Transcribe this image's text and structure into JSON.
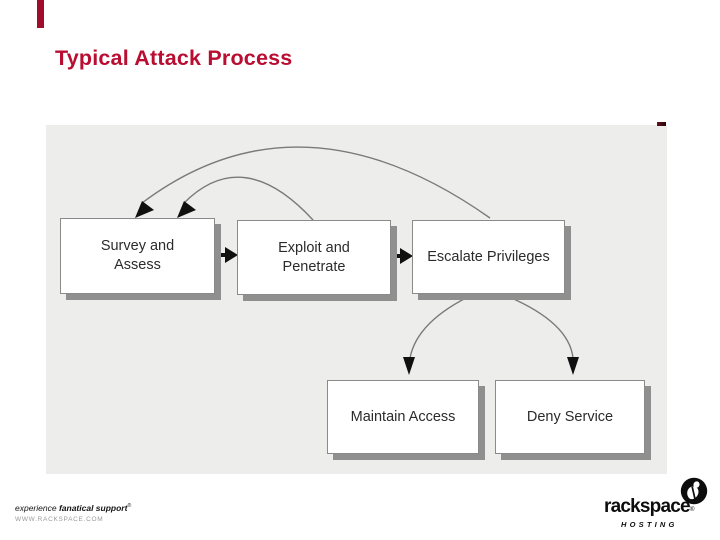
{
  "slide": {
    "title": "Typical Attack Process",
    "title_color": "#b90d32",
    "accent_color": "#9f0c2c"
  },
  "diagram": {
    "background_color": "#ededeb",
    "nodes": [
      {
        "id": "survey-and-assess",
        "label": "Survey and Assess"
      },
      {
        "id": "exploit-and-penetrate",
        "label": "Exploit and Penetrate"
      },
      {
        "id": "escalate-privileges",
        "label": "Escalate Privileges"
      },
      {
        "id": "maintain-access",
        "label": "Maintain Access"
      },
      {
        "id": "deny-service",
        "label": "Deny Service"
      }
    ],
    "edges": [
      {
        "from": "survey-and-assess",
        "to": "exploit-and-penetrate",
        "style": "straight-arrow"
      },
      {
        "from": "exploit-and-penetrate",
        "to": "escalate-privileges",
        "style": "straight-arrow"
      },
      {
        "from": "exploit-and-penetrate",
        "to": "survey-and-assess",
        "style": "curved-arrow"
      },
      {
        "from": "escalate-privileges",
        "to": "survey-and-assess",
        "style": "curved-arrow"
      },
      {
        "from": "escalate-privileges",
        "to": "maintain-access",
        "style": "curved-arrow"
      },
      {
        "from": "escalate-privileges",
        "to": "deny-service",
        "style": "curved-arrow"
      }
    ]
  },
  "footer": {
    "tagline_regular": "experience ",
    "tagline_bold": "fanatical support",
    "tagline_mark": "®",
    "website": "WWW.RACKSPACE.COM"
  },
  "logo": {
    "brand": "rackspace",
    "registered": "®",
    "subbrand": "HOSTING"
  }
}
